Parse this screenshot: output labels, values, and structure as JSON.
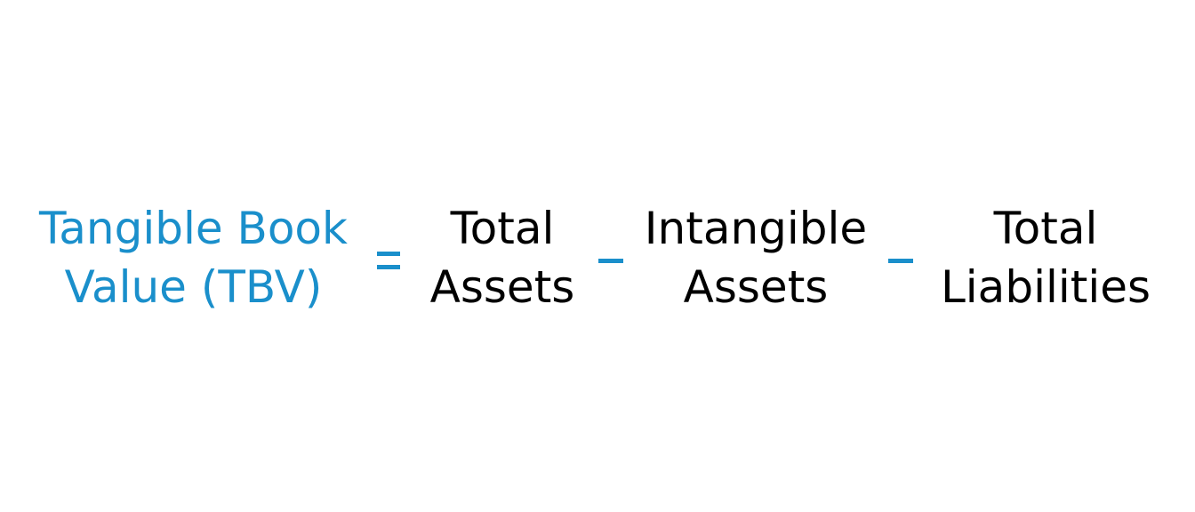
{
  "formula": {
    "result": {
      "line1": "Tangible Book",
      "line2": "Value (TBV)",
      "color": "#1a8fcb"
    },
    "operators": [
      "=",
      "−",
      "−"
    ],
    "operator_color": "#1a8fcb",
    "terms": [
      {
        "line1": "Total",
        "line2": "Assets"
      },
      {
        "line1": "Intangible",
        "line2": "Assets"
      },
      {
        "line1": "Total",
        "line2": "Liabilities"
      }
    ],
    "term_color": "#000000",
    "background": "#ffffff"
  }
}
